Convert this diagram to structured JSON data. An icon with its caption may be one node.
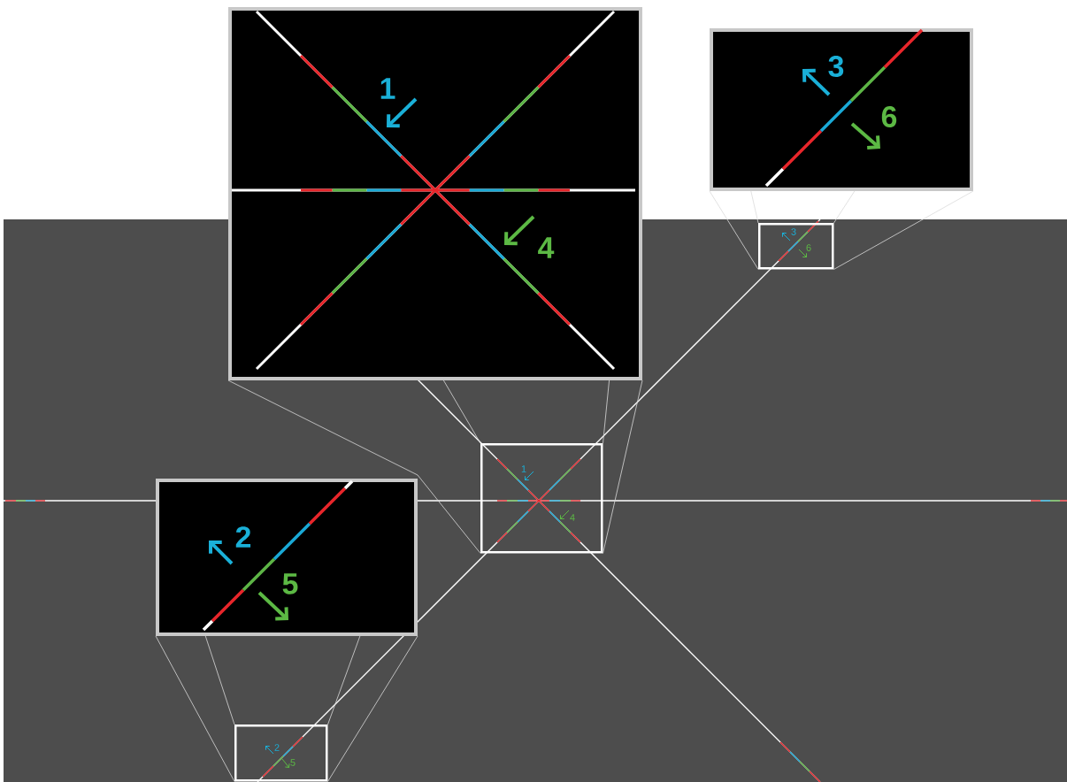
{
  "diagram": {
    "nodes": [
      {
        "text": [],
        "shape": "picture"
      },
      {
        "text": [],
        "shape": "picture"
      },
      {
        "text": [],
        "shape": "box"
      },
      {
        "text": [],
        "shape": "box"
      },
      {
        "text": [],
        "shape": "picture"
      },
      {
        "text": [],
        "shape": "box"
      }
    ],
    "edges": [
      {
        "from": 0,
        "to": 3,
        "arrow": "none"
      },
      {
        "from": 0,
        "to": 3,
        "arrow": "none"
      },
      {
        "from": 0,
        "to": 3,
        "arrow": "none"
      },
      {
        "from": 0,
        "to": 3,
        "arrow": "none"
      },
      {
        "from": 1,
        "to": 2,
        "arrow": "none"
      },
      {
        "from": 1,
        "to": 2,
        "arrow": "none"
      },
      {
        "from": 1,
        "to": 2,
        "arrow": "none"
      },
      {
        "from": 1,
        "to": 2,
        "arrow": "none"
      },
      {
        "from": 4,
        "to": 5,
        "arrow": "none"
      },
      {
        "from": 4,
        "to": 5,
        "arrow": "none"
      },
      {
        "from": 4,
        "to": 5,
        "arrow": "none"
      },
      {
        "from": 4,
        "to": 5,
        "arrow": "none"
      }
    ],
    "labels": [
      "1",
      "4",
      "3",
      "6",
      "3",
      "6",
      "1",
      "4",
      "2",
      "5",
      "2",
      "5"
    ]
  }
}
